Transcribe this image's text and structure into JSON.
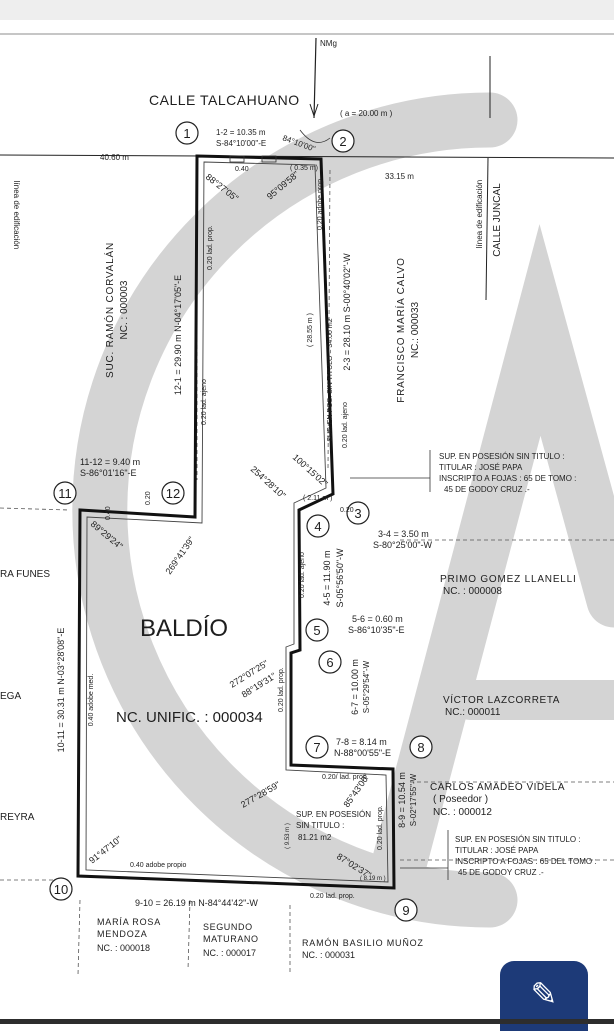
{
  "north": "NMg",
  "street_top": "CALLE TALCAHUANO",
  "street_top_width": "( a = 20.00 m )",
  "street_right": "CALLE JUNCAL",
  "edification_line": "línea de edificación",
  "main_label": "BALDÍO",
  "nc_unif": "NC. UNIFIC. : 000034",
  "points": [
    "1",
    "2",
    "3",
    "4",
    "5",
    "6",
    "7",
    "8",
    "9",
    "10",
    "11",
    "12"
  ],
  "segments": {
    "s12a": "1-2 = 10.35 m",
    "s12b": "S-84°10'00\"-E",
    "s23": "2-3 = 28.10 m   S-00°40'02\"-W",
    "s34a": "3-4 = 3.50 m",
    "s34b": "S-80°25'00\"-W",
    "s45a": "4-5 = 11.90 m",
    "s45b": "S-05°56'50\"-W",
    "s56a": "5-6 = 0.60 m",
    "s56b": "S-86°10'35\"-E",
    "s67a": "6-7 = 10.00 m",
    "s67b": "S-05°29'54\"-W",
    "s78a": "7-8 = 8.14 m",
    "s78b": "N-88°00'55\"-E",
    "s89a": "8-9 = 10.54 m",
    "s89b": "S-02°17'55\"-W",
    "s910": "9-10 = 26.19 m  N-84°44'42\"-W",
    "s1011": "10-11 = 30.31 m N-03°28'08\"-E",
    "s1112a": "11-12 = 9.40 m",
    "s1112b": "S-86°01'16\"-E",
    "s121": "12-1 = 29.90 m  N-04°17'05\"-E"
  },
  "angles": {
    "a1": "88°27'05\"",
    "a2": "95°09'58\"",
    "a2b": "84°10'00\"",
    "a3": "100°15'02\"",
    "a4": "254°28'10\"",
    "a5": "272°07'25\"",
    "a6": "88°19'31\"",
    "a7": "277°28'59\"",
    "a8": "85°43'00\"",
    "a9": "87°02'37\"",
    "a10": "91°47'10\"",
    "a11": "89°29'24\"",
    "a12": "269°41'39\""
  },
  "dims": {
    "top_left": "40.60 m",
    "top_right": "33.15 m",
    "d035": "( 0.35 m)",
    "d040": "0.40",
    "d211": "( 2.11 m )",
    "d020": "0.20",
    "d2855": "( 28.55 m )",
    "sup_34": "SUP. EN POS. SIN TITULO = 34.00 m2",
    "d953": "( 9.53 m )",
    "d819": "( 8.19 m )"
  },
  "walls": {
    "adobe_prop": "0.20  adobe  prop.",
    "lad_prop": "0.20  lad. prop.",
    "lad_ajeno": "0.20  lad. ajeno",
    "adobe_med": "0.40  adobe  med.",
    "adobe_propio": "0.40  adobe  propio",
    "lad_prop_b": "0.20  lad. prop.",
    "lad_prop_c": "0.20/ lad. prop."
  },
  "notes": {
    "pos1_l1": "SUP. EN POSESIÓN  SIN TITULO :",
    "pos1_l2": "TITULAR  : JOSÉ  PAPA",
    "pos1_l3": "INSCRIPTO A FOJAS : 65  DE  TOMO :",
    "pos1_l4": "45  DE  GODOY  CRUZ .-",
    "pos2_l1": "SUP. EN POSESIÓN",
    "pos2_l2": "SIN TITULO :",
    "pos2_l3": "81.21 m2",
    "pos3_l1": "SUP. EN POSESIÓN  SIN TITULO :",
    "pos3_l2": "TITULAR  : JOSÉ  PAPA",
    "pos3_l3": "INSCRIPTO A FOJAS : 65  DEL  TOMO :",
    "pos3_l4": "45  DE  GODOY  CRUZ .-"
  },
  "owners": {
    "corvalan_l1": "SUC.   RAMÓN  CORVALÁN",
    "corvalan_l2": "NC. : 000003",
    "calvo_l1": "FRANCISCO  MARÍA  CALVO",
    "calvo_l2": "NC.: 000033",
    "llanelli_l1": "PRIMO   GOMEZ   LLANELLI",
    "llanelli_l2": "NC. : 000008",
    "lazcorreta_l1": "VÍCTOR  LAZCORRETA",
    "lazcorreta_l2": "NC.: 000011",
    "videla_l1": "CARLOS  AMADEO  VIDELA",
    "videla_l2": "( Poseedor )",
    "videla_l3": "NC. :  000012",
    "mendoza_l1": "MARÍA  ROSA",
    "mendoza_l2": "MENDOZA",
    "mendoza_l3": "NC. :  000018",
    "maturano_l1": "SEGUNDO",
    "maturano_l2": "MATURANO",
    "maturano_l3": "NC. : 000017",
    "munoz_l1": "RAMÓN  BASILIO  MUÑOZ",
    "munoz_l2": "NC. : 000031",
    "left1": "RA  FUNES",
    "left2": "EGA",
    "left3": "REYRA"
  },
  "fab_icon": "edit-icon"
}
